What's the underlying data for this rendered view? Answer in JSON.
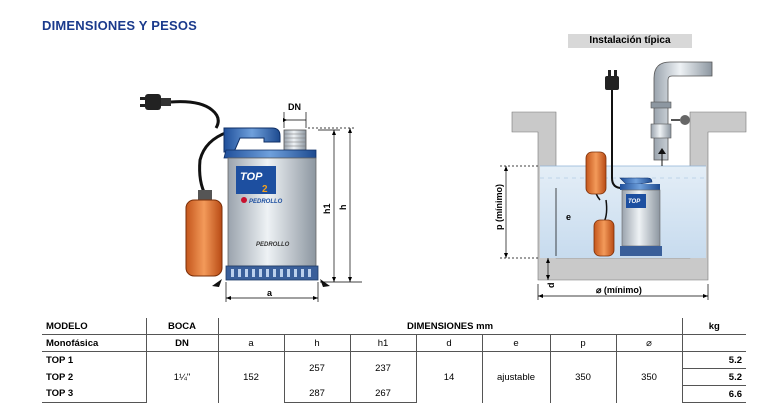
{
  "title": "DIMENSIONES Y PESOS",
  "installation_label": "Instalación típica",
  "diagram": {
    "dn": "DN",
    "a": "a",
    "h": "h",
    "h1": "h1",
    "p": "p (mínimo)",
    "e": "e",
    "d": "d",
    "diam": "⌀ (mínimo)",
    "brand": "PEDROLLO",
    "model_mark": "TOP",
    "model_num": "2"
  },
  "table": {
    "headers": {
      "modelo": "MODELO",
      "boca": "BOCA",
      "dimensiones": "DIMENSIONES mm",
      "kg": "kg"
    },
    "subheaders": {
      "monofasica": "Monofásica",
      "dn": "DN",
      "a": "a",
      "h": "h",
      "h1": "h1",
      "d": "d",
      "e": "e",
      "p": "p",
      "diam": "⌀"
    },
    "rows": [
      {
        "model": "TOP 1",
        "kg": "5.2"
      },
      {
        "model": "TOP 2",
        "kg": "5.2"
      },
      {
        "model": "TOP 3",
        "kg": "6.6"
      }
    ],
    "shared": {
      "dn": "1¼\"",
      "a": "152",
      "h_12": "257",
      "h1_12": "237",
      "h_3": "287",
      "h1_3": "267",
      "d": "14",
      "e": "ajustable",
      "p": "350",
      "diam": "350"
    }
  }
}
